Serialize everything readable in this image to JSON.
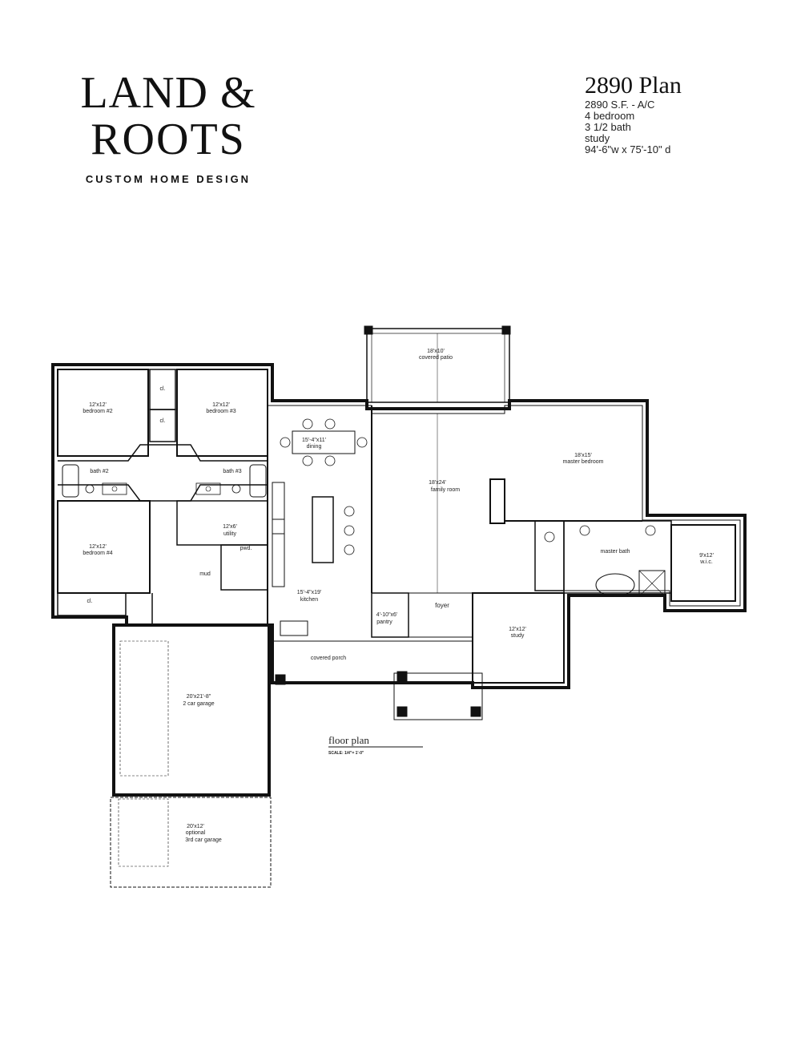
{
  "logo": {
    "line1": "LAND &",
    "line2": "ROOTS",
    "tagline": "CUSTOM HOME DESIGN"
  },
  "plan_info": {
    "title": "2890 Plan",
    "lines": [
      "2890 S.F. - A/C",
      "4 bedroom",
      "3 1/2 bath",
      "study",
      "94'-6\"w x 75'-10\" d"
    ]
  },
  "drawing": {
    "title": "floor plan",
    "scale": "SCALE: 1/4\"= 1'-0\""
  },
  "rooms": {
    "covered_patio": [
      "18'x10'",
      "covered patio"
    ],
    "bedroom2": [
      "12'x12'",
      "bedroom #2"
    ],
    "bedroom3": [
      "12'x12'",
      "bedroom #3"
    ],
    "closet_a": "cl.",
    "closet_b": "cl.",
    "closet_c": "cl.",
    "bath2": "bath #2",
    "bath3": "bath #3",
    "dining": [
      "15'-4\"x11'",
      "dining"
    ],
    "family_room": [
      "18'x24'",
      "family room"
    ],
    "master_bedroom": [
      "18'x15'",
      "master bedroom"
    ],
    "utility": [
      "12'x6'",
      "utility"
    ],
    "bedroom4": [
      "12'x12'",
      "bedroom #4"
    ],
    "mud": "mud",
    "pwd": "pwd.",
    "master_bath": "master bath",
    "wic": [
      "9'x12'",
      "w.i.c."
    ],
    "kitchen": [
      "15'-4\"x19'",
      "kitchen"
    ],
    "pantry": [
      "4'-10\"x6'",
      "pantry"
    ],
    "foyer": "foyer",
    "study": [
      "12'x12'",
      "study"
    ],
    "covered_porch": "covered porch",
    "garage": [
      "20'x21'-8\"",
      "2 car garage"
    ],
    "optional_garage": [
      "20'x12'",
      "optional",
      "3rd car garage"
    ]
  },
  "colors": {
    "wall": "#111111",
    "ink": "#222222"
  }
}
